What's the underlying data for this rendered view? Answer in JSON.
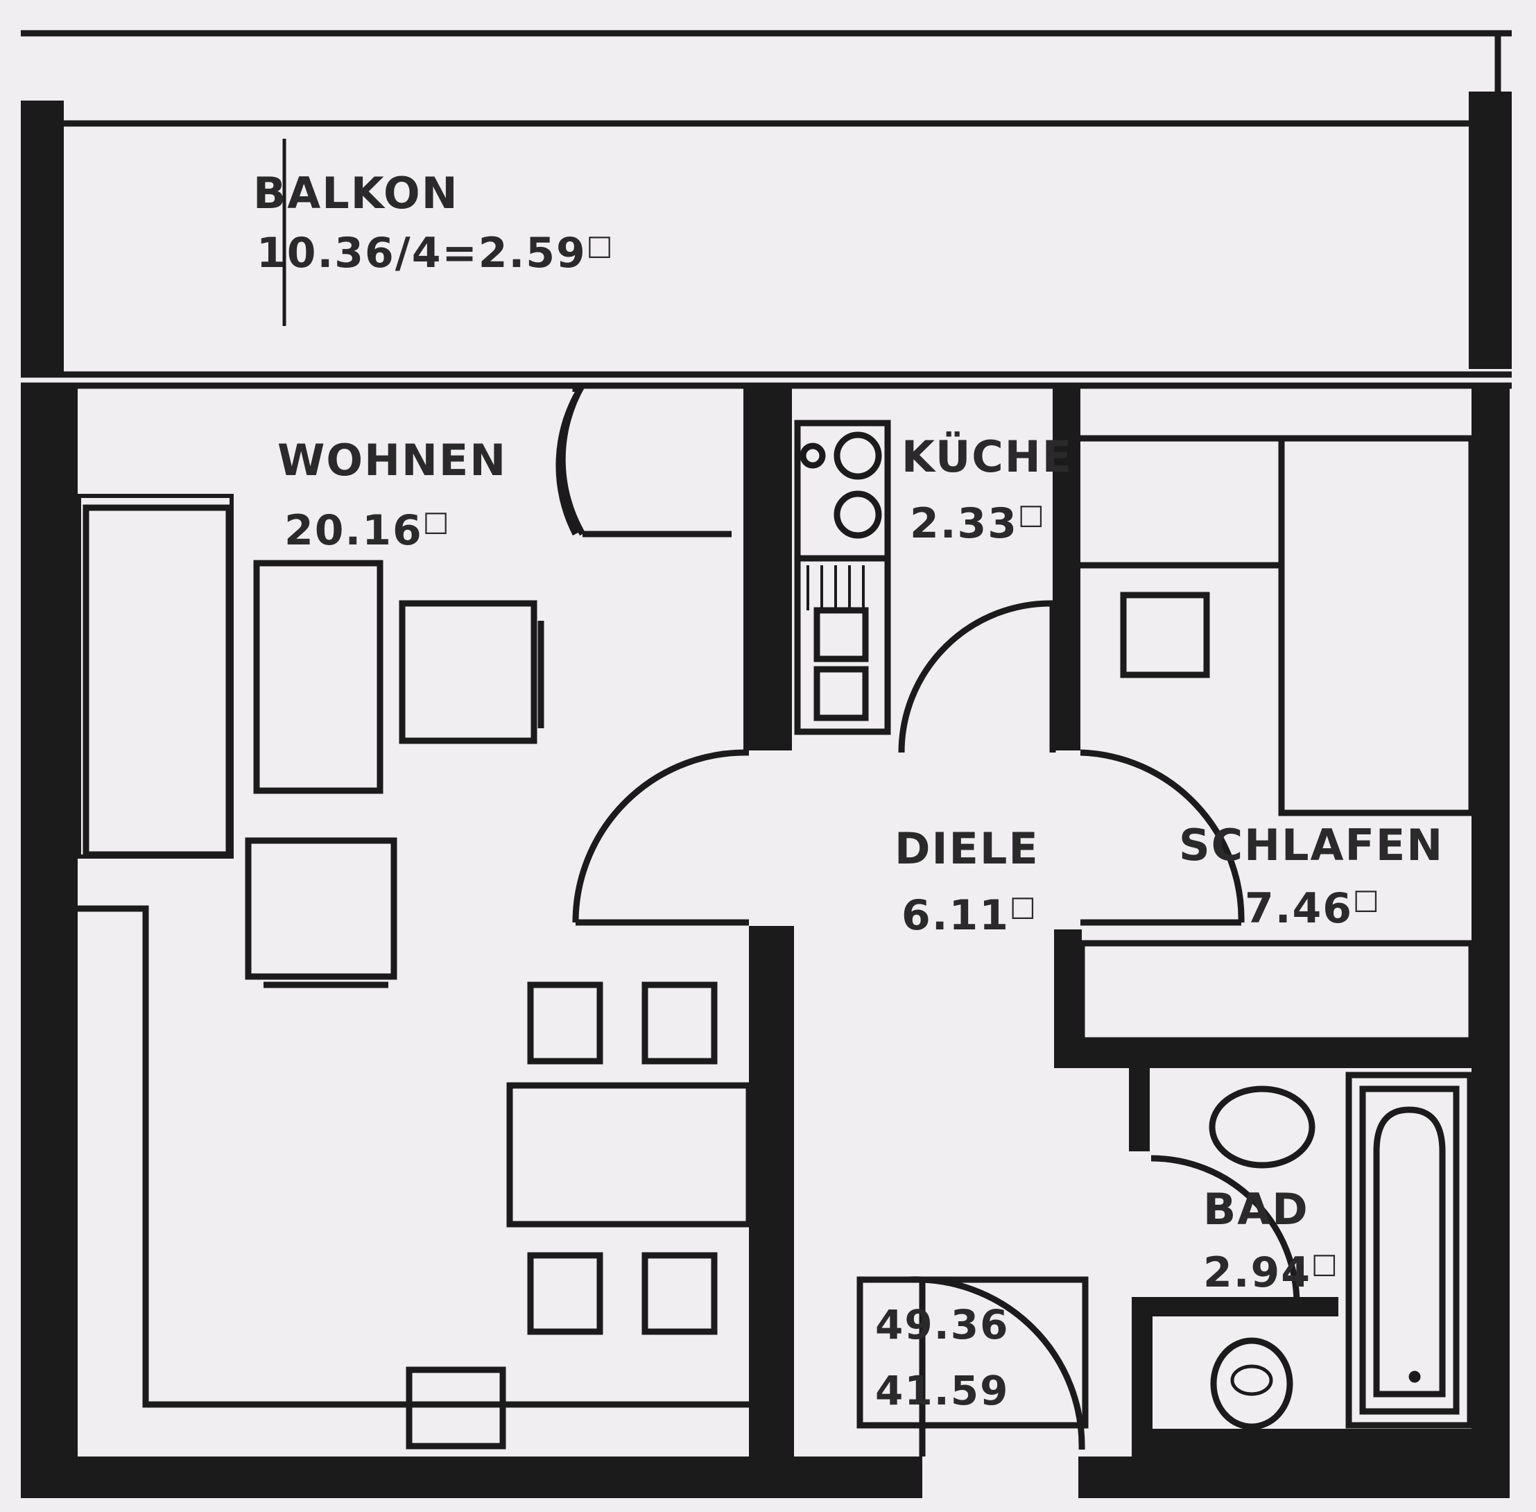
{
  "rooms": {
    "balkon": {
      "name": "BALKON",
      "area": "10.36/4=2.59"
    },
    "wohnen": {
      "name": "WOHNEN",
      "area": "20.16"
    },
    "kueche": {
      "name": "KÜCHE",
      "area": "2.33"
    },
    "diele": {
      "name": "DIELE",
      "area": "6.11"
    },
    "schlafen": {
      "name": "SCHLAFEN",
      "area": "7.46"
    },
    "bad": {
      "name": "BAD",
      "area": "2.94"
    }
  },
  "totals": {
    "gross": "49.36",
    "net": "41.59"
  },
  "unit_mark": "□"
}
